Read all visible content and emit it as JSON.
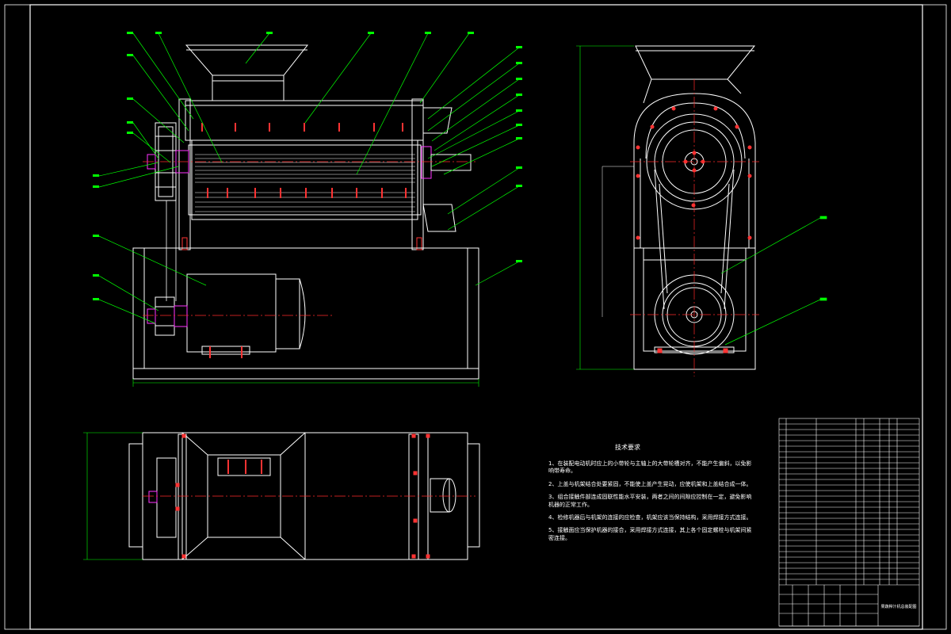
{
  "sheet": {
    "background": "#000000",
    "line_color": "#ffffff",
    "centerline_color": "#ff2a2a",
    "leader_color": "#00ff00",
    "dimension_color": "#00ff00",
    "section_color": "#ff33ff"
  },
  "technical_notes": {
    "title": "技术要求",
    "items": [
      "1、在装配电动机时应上的小带轮与主轴上的大带轮槽对齐，不能产生偏斜，以免影响带寿命。",
      "2、上盖与机架结合处要紧固，不能使上盖产生晃动，应使机架和上盖结合成一体。",
      "3、组合接触件部连成固联性能水平安装，两者之间的间隙应控制在一定，避免影响机器的正常工作。",
      "4、检修机器后与机架的连接的应检查，机架应该当保持结构，采用焊接方式连接。",
      "5、接触面应当保护机器的接合，采用焊接方式连接，其上各个固定螺栓与机架间紧密连接。"
    ]
  },
  "parts_list_rows": 30,
  "title_block": {
    "drawing_title": "果蔬榨汁机总装配图"
  }
}
